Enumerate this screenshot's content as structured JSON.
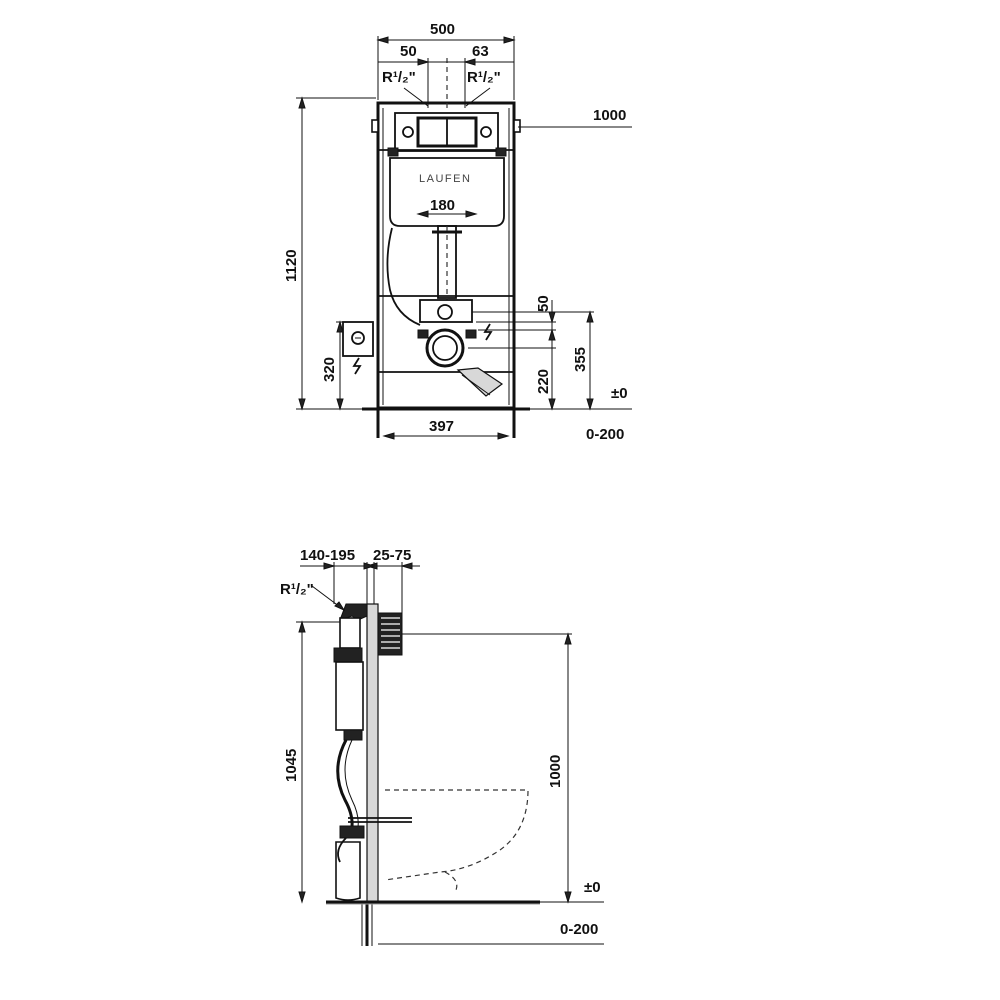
{
  "front_view": {
    "dim_width": "500",
    "dim_left_inlet": "50",
    "dim_right_inlet": "63",
    "thread_left": "R¹/₂\"",
    "thread_right": "R¹/₂\"",
    "level_1000": "1000",
    "brand": "LAUFEN",
    "dim_180": "180",
    "dim_height": "1120",
    "dim_50": "50",
    "dim_355": "355",
    "dim_320": "320",
    "dim_220": "220",
    "level_zero": "±0",
    "dim_397": "397",
    "level_floor": "0-200"
  },
  "side_view": {
    "dim_depth": "140-195",
    "dim_wall": "25-75",
    "thread": "R¹/₂\"",
    "dim_height": "1045",
    "level_1000": "1000",
    "level_zero": "±0",
    "level_floor": "0-200"
  }
}
